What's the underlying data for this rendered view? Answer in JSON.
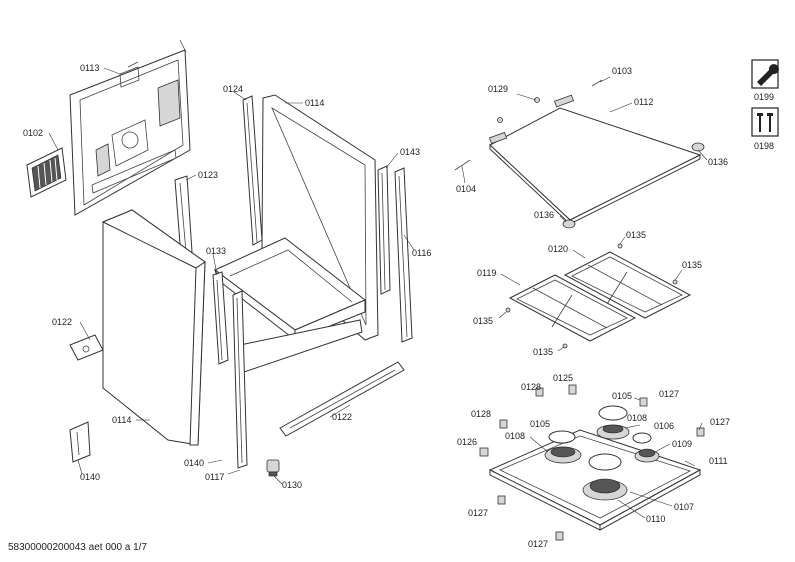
{
  "doc_id": "58300000200043 aet 000 a 1/7",
  "labels": [
    {
      "id": "l0113",
      "text": "0113"
    },
    {
      "id": "l0102",
      "text": "0102"
    },
    {
      "id": "l0124",
      "text": "0124"
    },
    {
      "id": "l0114a",
      "text": "0114"
    },
    {
      "id": "l0143",
      "text": "0143"
    },
    {
      "id": "l0123",
      "text": "0123"
    },
    {
      "id": "l0116",
      "text": "0116"
    },
    {
      "id": "l0133",
      "text": "0133"
    },
    {
      "id": "l0122a",
      "text": "0122"
    },
    {
      "id": "l0114b",
      "text": "0114"
    },
    {
      "id": "l0122b",
      "text": "0122"
    },
    {
      "id": "l0140a",
      "text": "0140"
    },
    {
      "id": "l0117",
      "text": "0117"
    },
    {
      "id": "l0130",
      "text": "0130"
    },
    {
      "id": "l0140b",
      "text": "0140"
    },
    {
      "id": "l0129",
      "text": "0129"
    },
    {
      "id": "l0103",
      "text": "0103"
    },
    {
      "id": "l0112",
      "text": "0112"
    },
    {
      "id": "l0136a",
      "text": "0136"
    },
    {
      "id": "l0104",
      "text": "0104"
    },
    {
      "id": "l0136b",
      "text": "0136"
    },
    {
      "id": "l0135a",
      "text": "0135"
    },
    {
      "id": "l0120",
      "text": "0120"
    },
    {
      "id": "l0135b",
      "text": "0135"
    },
    {
      "id": "l0119",
      "text": "0119"
    },
    {
      "id": "l0135c",
      "text": "0135"
    },
    {
      "id": "l0135d",
      "text": "0135"
    },
    {
      "id": "l0128a",
      "text": "0128"
    },
    {
      "id": "l0125",
      "text": "0125"
    },
    {
      "id": "l0105a",
      "text": "0105"
    },
    {
      "id": "l0127a",
      "text": "0127"
    },
    {
      "id": "l0128b",
      "text": "0128"
    },
    {
      "id": "l0105b",
      "text": "0105"
    },
    {
      "id": "l0108a",
      "text": "0108"
    },
    {
      "id": "l0106",
      "text": "0106"
    },
    {
      "id": "l0127b",
      "text": "0127"
    },
    {
      "id": "l0126",
      "text": "0126"
    },
    {
      "id": "l0108b",
      "text": "0108"
    },
    {
      "id": "l0109",
      "text": "0109"
    },
    {
      "id": "l0111",
      "text": "0111"
    },
    {
      "id": "l0107",
      "text": "0107"
    },
    {
      "id": "l0127c",
      "text": "0127"
    },
    {
      "id": "l0110",
      "text": "0110"
    },
    {
      "id": "l0127d",
      "text": "0127"
    },
    {
      "id": "l0199",
      "text": "0199"
    },
    {
      "id": "l0198",
      "text": "0198"
    }
  ],
  "icons": [
    "wrench-icon",
    "screws-icon"
  ]
}
